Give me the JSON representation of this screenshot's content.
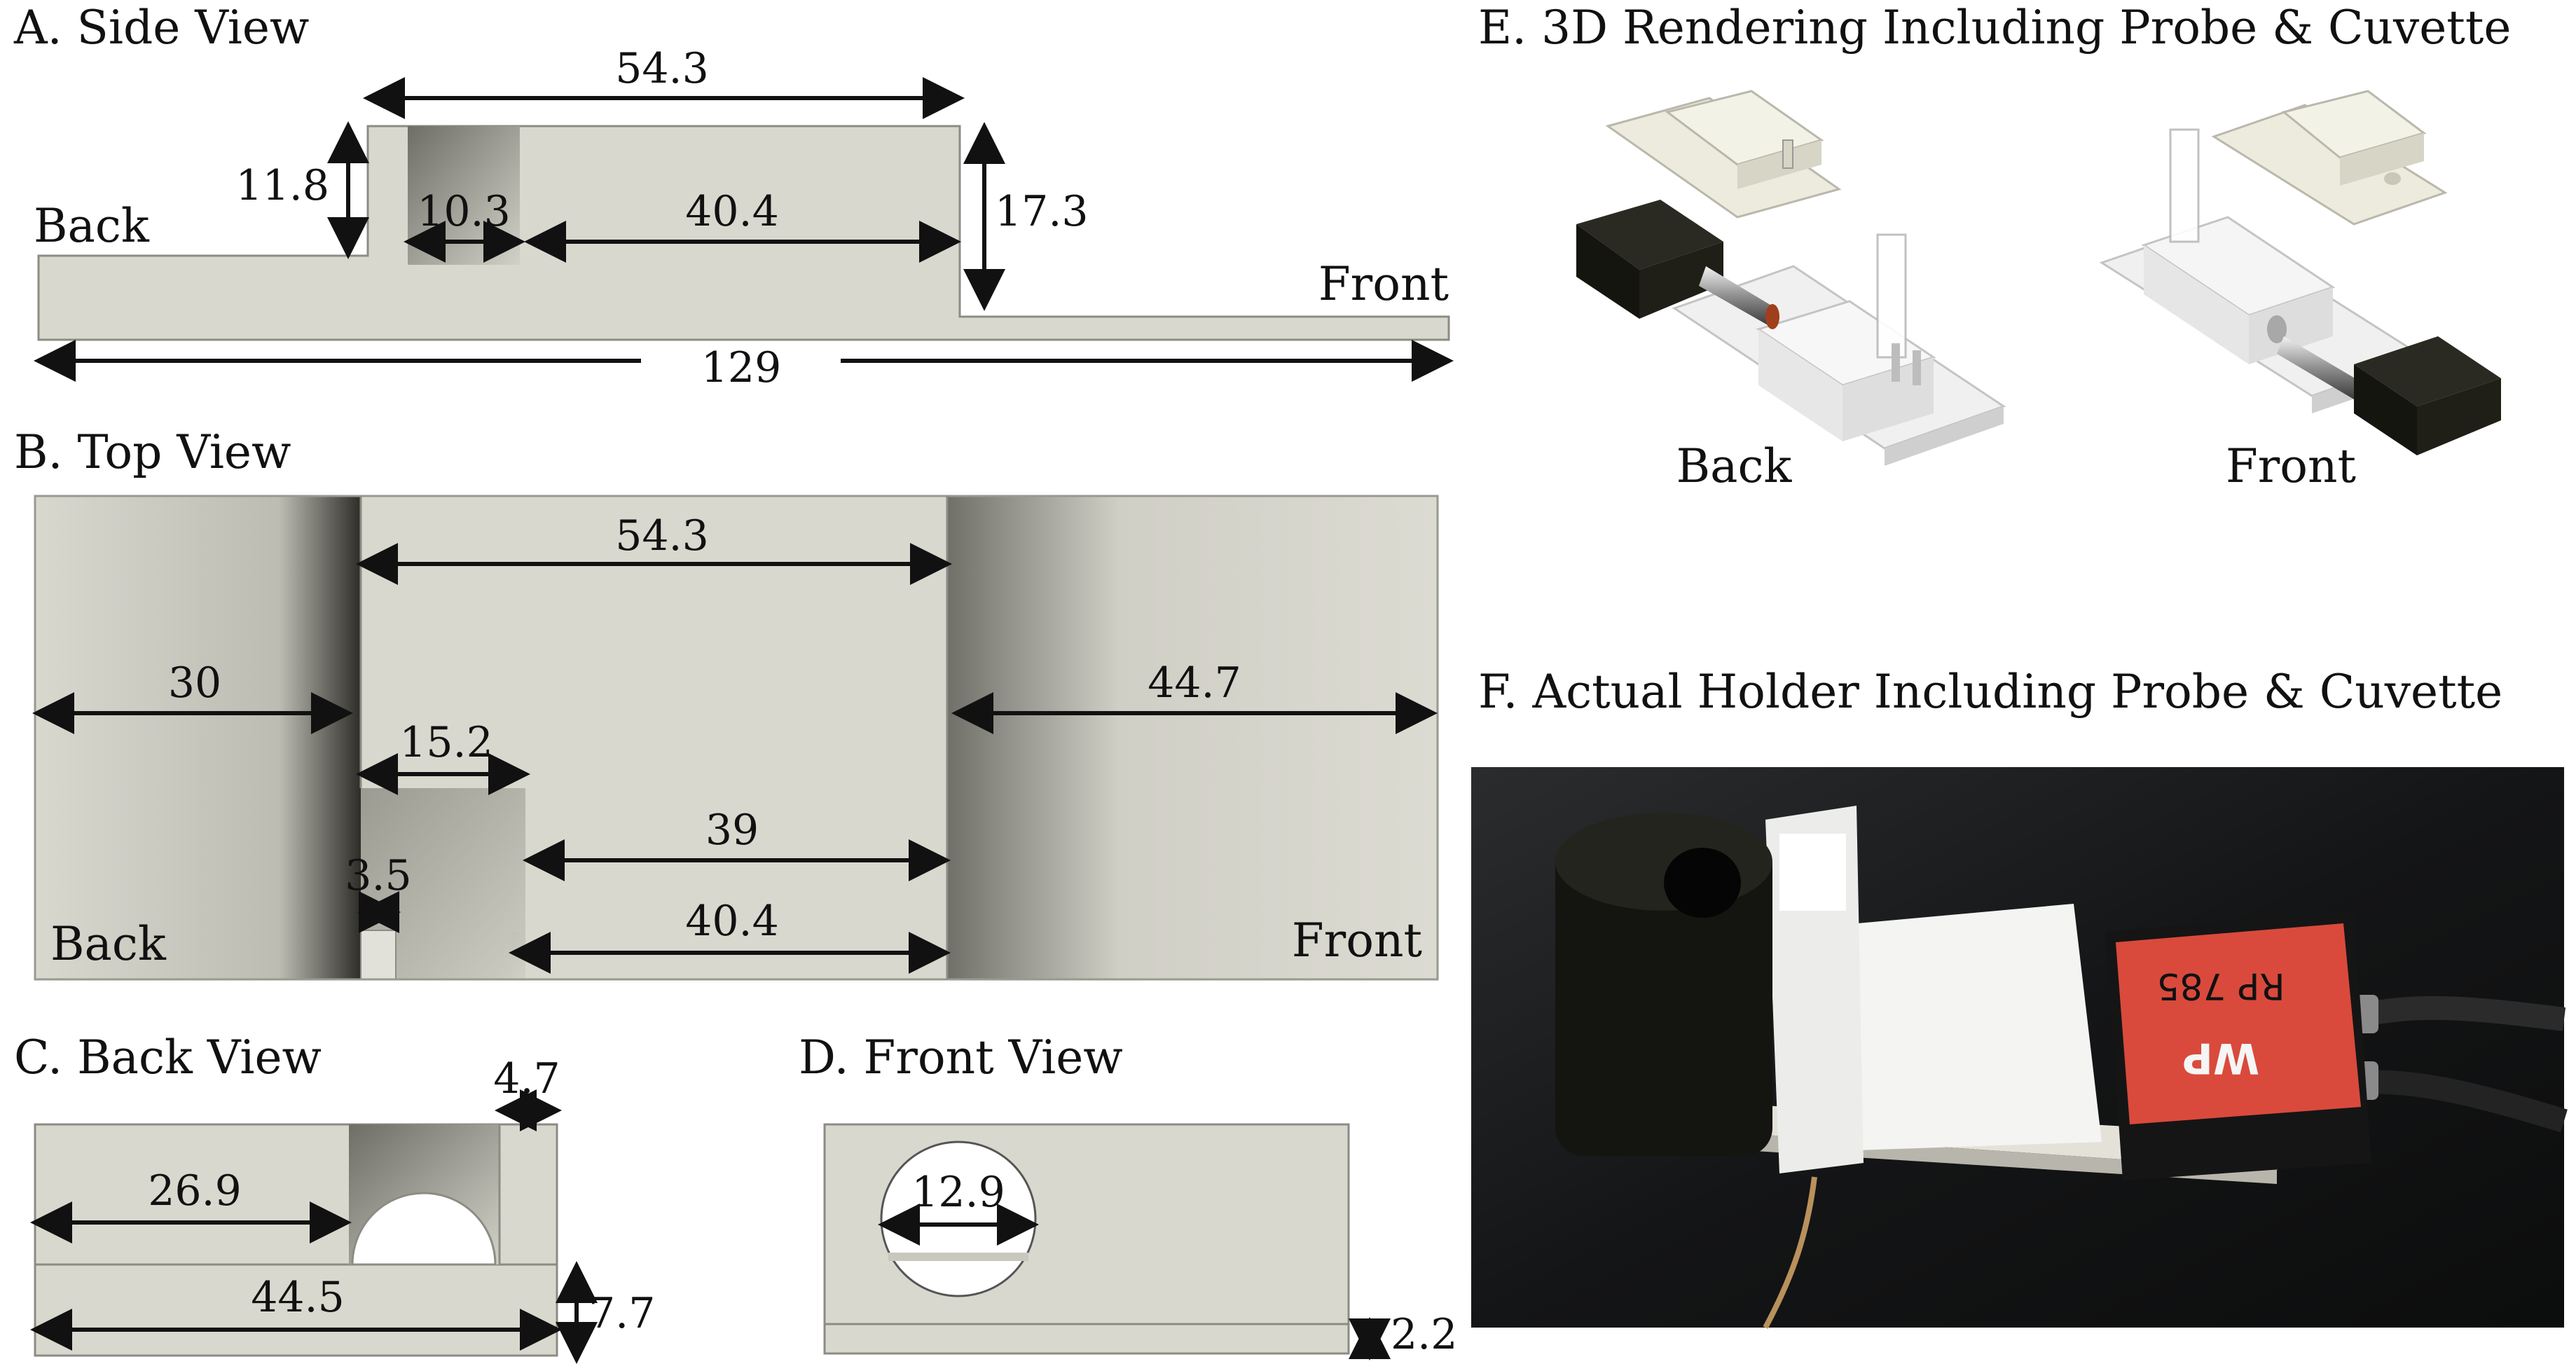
{
  "panels": {
    "side_view": {
      "title": "A. Side View",
      "dims": {
        "top_length": "54.3",
        "step_height": "11.8",
        "slot_width": "10.3",
        "block_length": "40.4",
        "block_height": "17.3",
        "total_length": "129"
      },
      "back_label": "Back",
      "front_label": "Front"
    },
    "top_view": {
      "title": "B. Top View",
      "dims": {
        "block_length": "54.3",
        "back_offset": "30",
        "front_offset": "44.7",
        "slot_length": "15.2",
        "inner_length": "39",
        "gap": "3.5",
        "block_length_2": "40.4"
      },
      "back_label": "Back",
      "front_label": "Front"
    },
    "back_view": {
      "title": "C. Back View",
      "dims": {
        "wall": "4.7",
        "hole_offset": "26.9",
        "width": "44.5",
        "base_height": "7.7"
      }
    },
    "front_view": {
      "title": "D. Front View",
      "dims": {
        "hole_diameter": "12.9",
        "base_height": "2.2"
      }
    },
    "rendering": {
      "title": "E. 3D Rendering Including Probe & Cuvette",
      "back_label": "Back",
      "front_label": "Front"
    },
    "photo": {
      "title": "F. Actual Holder Including Probe & Cuvette",
      "probe_text": "RP 785",
      "logo_text": "WP"
    }
  },
  "colors": {
    "part_fill": "#d9d8cf",
    "part_edge": "#8c8b84",
    "probe_black": "#1a1a14",
    "label_red": "#d94a3c"
  }
}
